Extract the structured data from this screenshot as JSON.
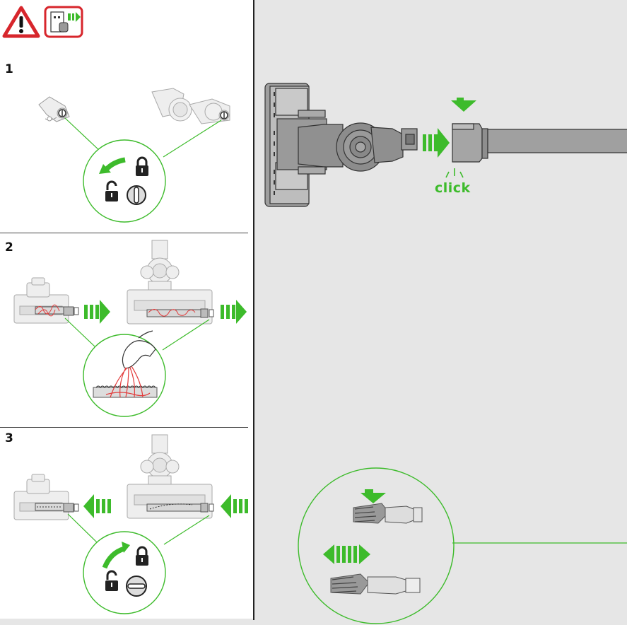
{
  "steps": [
    {
      "number": "1"
    },
    {
      "number": "2"
    },
    {
      "number": "3"
    }
  ],
  "click_label": "click",
  "icons": {
    "warning": "warning-triangle-icon",
    "unplug": "unplug-charger-icon",
    "lock": "padlock-closed-icon",
    "unlock": "padlock-open-icon",
    "arrow": "green-direction-arrow-icon"
  },
  "colors": {
    "accent_green": "#3dbb2b",
    "warning_red": "#d7262c",
    "panel_grey": "#e6e6e6",
    "hair_red": "#e23a3a"
  }
}
